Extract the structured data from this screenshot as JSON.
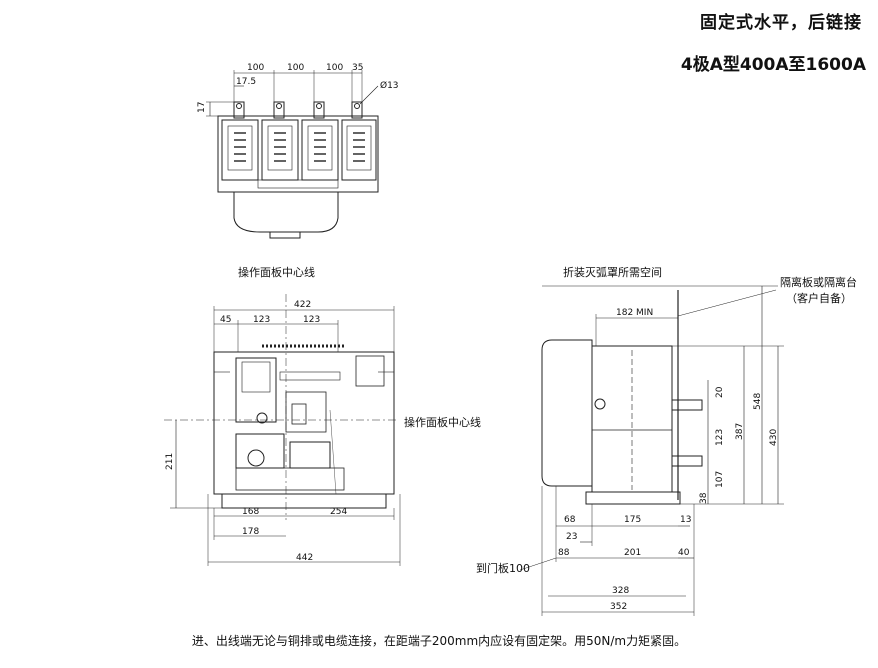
{
  "title": "固定式水平，后链接",
  "subtitle": "4极A型400A至1600A",
  "footer_note": "进、出线端无论与铜排或电缆连接，在距端子200mm内应设有固定架。用50N/m力矩紧固。",
  "top_view": {
    "dims": {
      "pitch1": "100",
      "pitch2": "100",
      "pitch3": "100",
      "edge": "35",
      "offset": "17.5",
      "side": "17",
      "hole": "Ø13"
    }
  },
  "front_view": {
    "label_top": "操作面板中心线",
    "label_side": "操作面板中心线",
    "dims": {
      "width": "422",
      "left": "45",
      "half_l": "123",
      "half_r": "123",
      "height": "211",
      "base_l": "168",
      "base_r": "254",
      "base_w": "178",
      "total": "442"
    }
  },
  "side_view": {
    "label_arc": "折装灭弧罩所需空间",
    "label_barrier": "隔离板或隔离台",
    "label_barrier2": "（客户自备）",
    "label_door": "到门板100",
    "dims": {
      "min": "182 MIN",
      "d20": "20",
      "d123": "123",
      "d107": "107",
      "d38": "38",
      "d548": "548",
      "d387": "387",
      "d430": "430",
      "d68": "68",
      "d175": "175",
      "d13": "13",
      "d23": "23",
      "d88": "88",
      "d201": "201",
      "d40": "40",
      "d328": "328",
      "d352": "352"
    }
  }
}
